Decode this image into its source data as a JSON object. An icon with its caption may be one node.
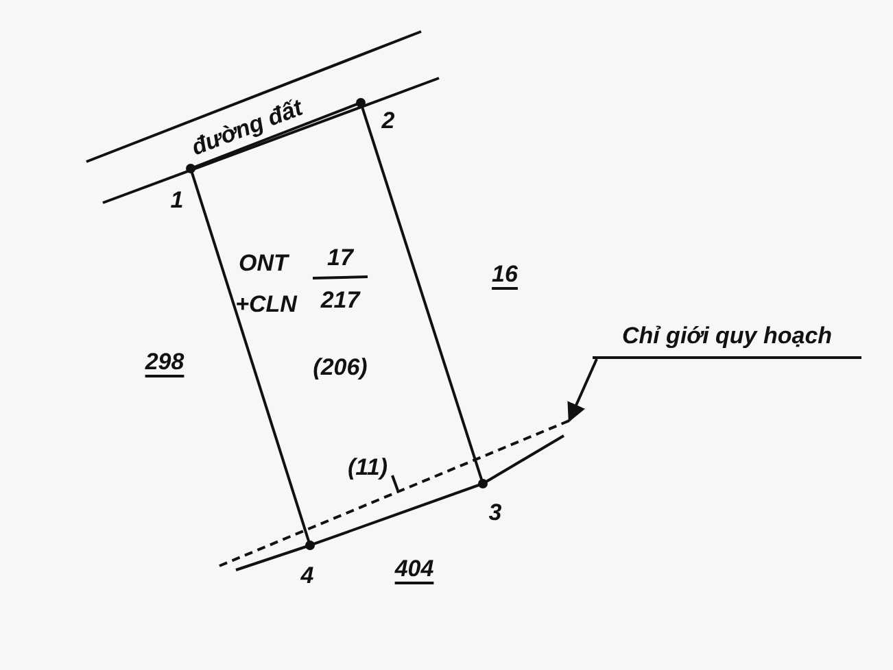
{
  "diagram": {
    "nodes": [
      {
        "text": [
          "đường đất"
        ]
      },
      {
        "text": [
          "ONT",
          "+CLN",
          "17",
          "217",
          "(206)"
        ]
      },
      {
        "text": [
          "Chỉ giới quy hoạch"
        ]
      },
      {
        "text": [],
        "shape": "line"
      }
    ],
    "edges": [
      {
        "from": 2,
        "to": 3,
        "arrow": "to"
      }
    ],
    "labels": [
      "2",
      "1",
      "16",
      "298",
      "(11)",
      "3",
      "4",
      "404"
    ]
  }
}
